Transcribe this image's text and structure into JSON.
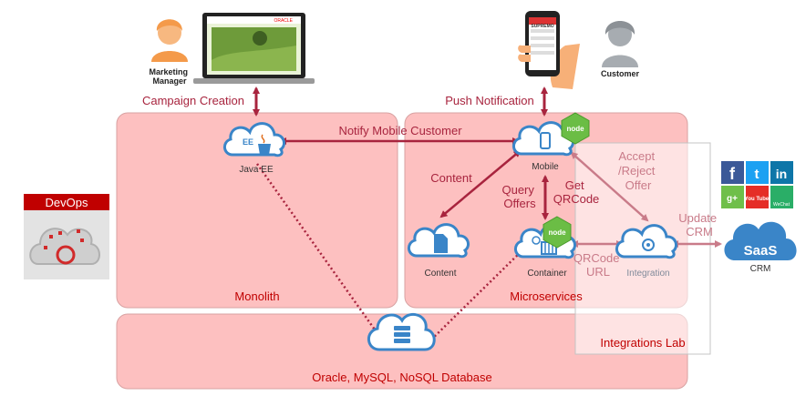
{
  "actors": {
    "marketing_manager": "Marketing\nManager",
    "customer": "Customer"
  },
  "devops": {
    "title": "DevOps"
  },
  "regions": {
    "monolith": "Monolith",
    "microservices": "Microservices",
    "integrations_lab": "Integrations Lab",
    "database": "Oracle, MySQL, NoSQL Database"
  },
  "nodes": {
    "javaee": {
      "label": "Java EE",
      "badge": "EE"
    },
    "mobile": {
      "label": "Mobile"
    },
    "content": {
      "label": "Content"
    },
    "container": {
      "label": "Container"
    },
    "integration": {
      "label": "Integration"
    },
    "saas": {
      "label": "CRM",
      "badge": "SaaS"
    }
  },
  "edges": {
    "campaign_creation": "Campaign Creation",
    "push_notification": "Push Notification",
    "notify_mobile_customer": "Notify Mobile Customer",
    "content": "Content",
    "query_offers": "Query\nOffers",
    "get_qrcode": "Get\nQRCode",
    "accept_reject_offer": "Accept\n/Reject\nOffer",
    "qrcode_url": "QRCode\nURL",
    "update_crm": "Update\nCRM"
  },
  "social_icons": [
    "f",
    "t",
    "in",
    "g+",
    "You Tube",
    "WeChat"
  ],
  "node_badge": "node",
  "laptop_brand": "ORACLE",
  "phone_brand": "SUPREMO",
  "colors": {
    "region_fill": "#fdc0c0",
    "region_stroke": "#d8a2a2",
    "arrow": "#a8243e",
    "cloud_blue": "#3a85c8",
    "node_green": "#6bbd45",
    "label_red": "#c00000"
  }
}
